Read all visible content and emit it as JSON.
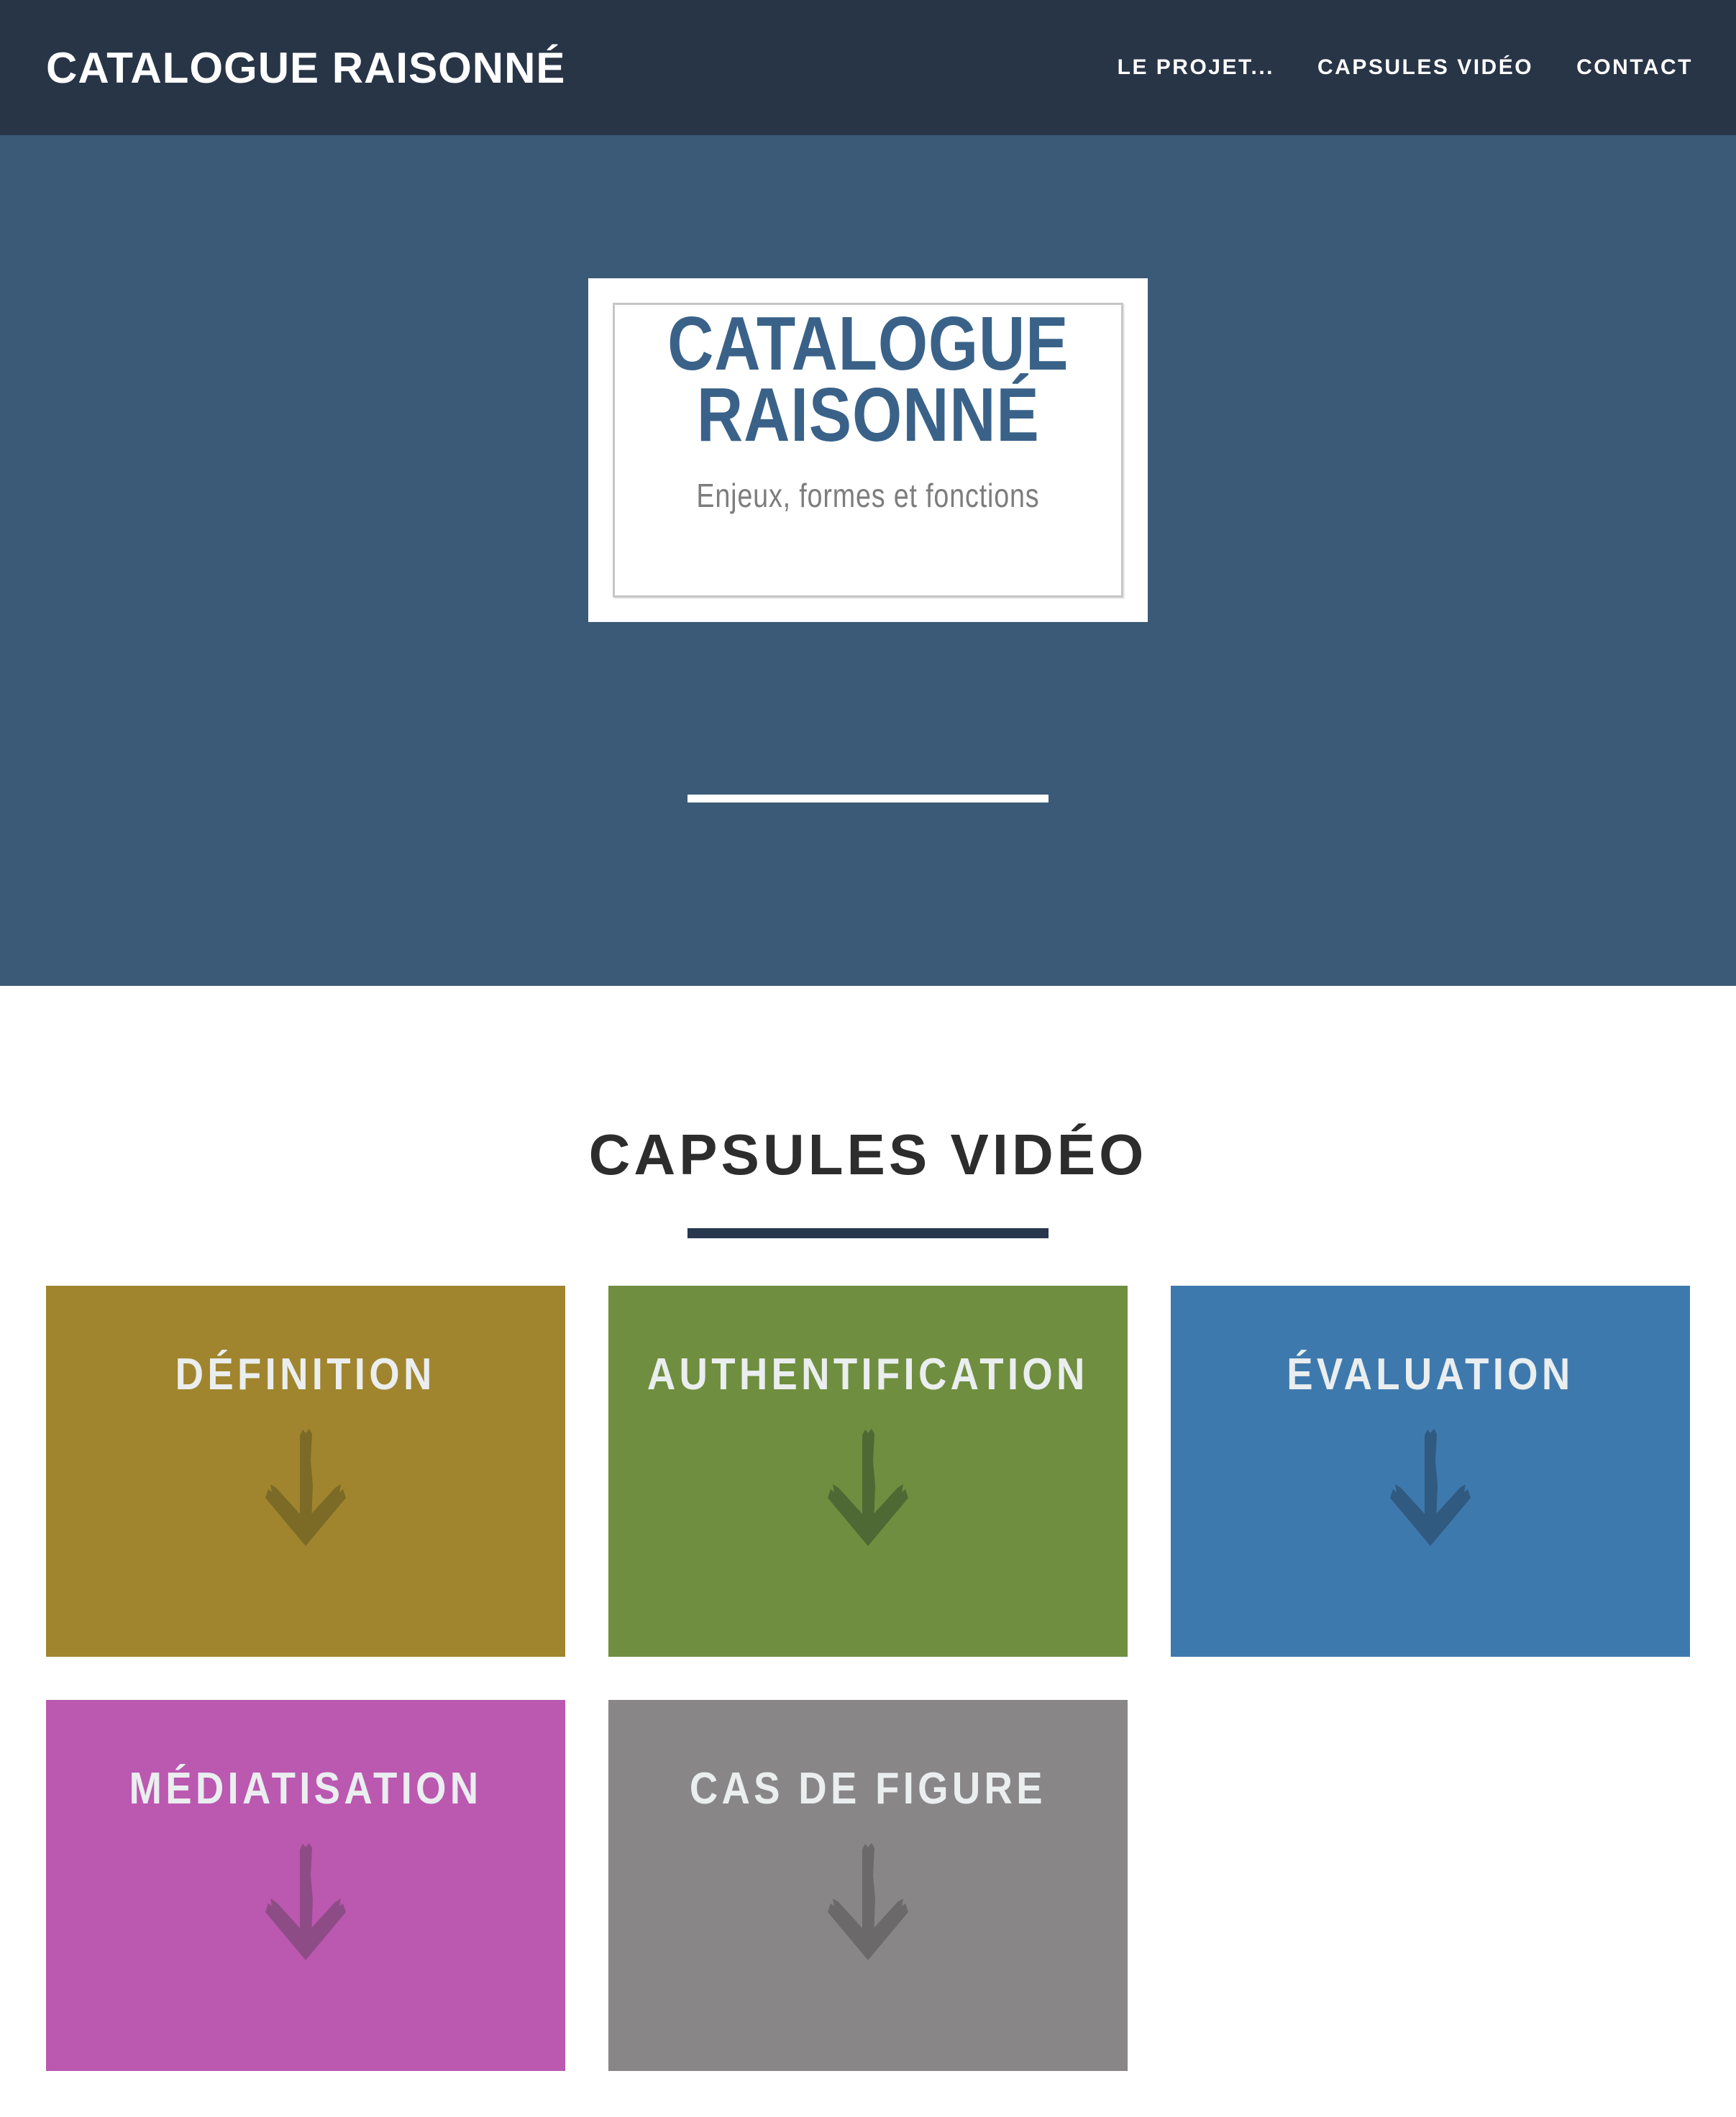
{
  "header": {
    "bg": "#283547",
    "brand": "CATALOGUE RAISONNÉ",
    "nav": [
      {
        "label": "LE PROJET..."
      },
      {
        "label": "CAPSULES VIDÉO"
      },
      {
        "label": "CONTACT"
      }
    ]
  },
  "hero": {
    "bg": "#3b5a78",
    "card": {
      "title_line1": "CATALOGUE",
      "title_line2": "RAISONNÉ",
      "subtitle": "Enjeux, formes et fonctions",
      "title_color": "#3a6289",
      "subtitle_color": "#7d7d7d"
    }
  },
  "section": {
    "title": "CAPSULES VIDÉO",
    "divider_color": "#27374e"
  },
  "tiles": [
    {
      "label": "DÉFINITION",
      "bg": "#a0852e",
      "arrow_color": "#7b6b27"
    },
    {
      "label": "AUTHENTIFICATION",
      "bg": "#6f8e3f",
      "arrow_color": "#4e6933"
    },
    {
      "label": "ÉVALUATION",
      "bg": "#3e79ae",
      "arrow_color": "#315a80"
    },
    {
      "label": "MÉDIATISATION",
      "bg": "#bb58b0",
      "arrow_color": "#8e4c87"
    },
    {
      "label": "CAS DE FIGURE",
      "bg": "#898687",
      "arrow_color": "#6b696a"
    }
  ]
}
